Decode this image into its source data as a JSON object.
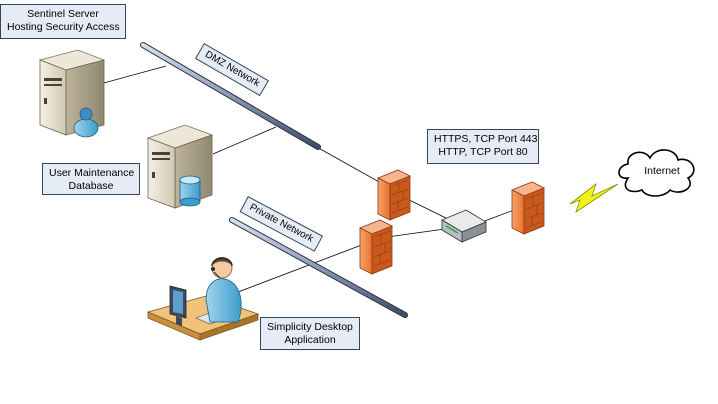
{
  "labels": {
    "sentinel_server": [
      "Sentinel Server",
      "Hosting Security Access"
    ],
    "user_db": [
      "User Maintenance",
      "Database"
    ],
    "simplicity_app": [
      "Simplicity Desktop",
      "Application"
    ],
    "ports": [
      "HTTPS, TCP Port 443",
      "HTTP, TCP Port 80"
    ],
    "internet": "Internet",
    "dmz_network": "DMZ Network",
    "private_network": "Private Network"
  },
  "colors": {
    "firewall_orange": "#f07c37",
    "label_fill": "#e6ecf5",
    "network_bar": "#aab8cc",
    "lightning": "#f2f21a"
  },
  "icons": [
    "server-icon",
    "user-icon",
    "database-icon",
    "firewall-icon",
    "router-icon",
    "workstation-user-icon",
    "cloud-icon",
    "lightning-icon"
  ]
}
